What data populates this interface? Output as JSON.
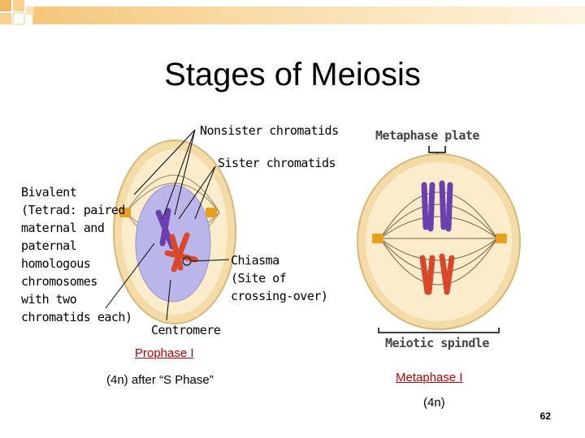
{
  "slide": {
    "title": "Stages of Meiosis",
    "page_number": "62"
  },
  "left_diagram": {
    "label_nonsister": "Nonsister chromatids",
    "label_sister": "Sister chromatids",
    "label_bivalent": [
      "Bivalent",
      "(Tetrad: paired",
      "maternal and",
      "paternal",
      "homologous",
      "chromosomes",
      "with two",
      "chromatids each)"
    ],
    "label_chiasma": [
      "Chiasma",
      "(Site of",
      "crossing-over)"
    ],
    "label_centromere": "Centromere",
    "caption_stage": "Prophase I",
    "caption_note": "(4n) after “S Phase”"
  },
  "right_diagram": {
    "label_plate": "Metaphase plate",
    "label_spindle": "Meiotic spindle",
    "caption_stage": "Metaphase I",
    "caption_note": "(4n)"
  },
  "colors": {
    "cell_ring": "#f2d9a3",
    "nucleus": "#b9b6e8",
    "maternal": "#6a3fb0",
    "paternal": "#d9482b",
    "centriole": "#e8a020",
    "caption_red": "#c00000"
  }
}
